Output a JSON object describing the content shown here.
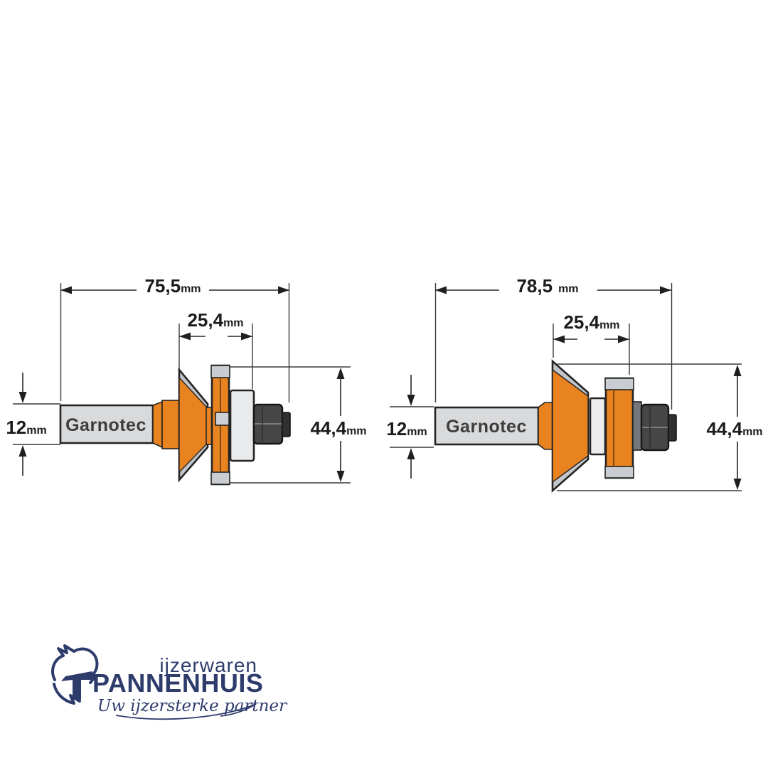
{
  "image_type": "router-bit technical drawing",
  "colors": {
    "cutter_orange": "#E8831F",
    "bevel_gray": "#c3c7cb",
    "shank_gray": "#d9dadc",
    "bearing_gray": "#e9eaeb",
    "nut_dark": "#464646",
    "dimension_ink": "#1c1c1c",
    "logo_navy": "#2e3c6c",
    "background": "#ffffff"
  },
  "diagrams": [
    {
      "id": "left-bit",
      "brand": "Garnotec",
      "overall_length": {
        "value": "75,5",
        "unit": "mm"
      },
      "cutting_length": {
        "value": "25,4",
        "unit": "mm"
      },
      "shank_diameter": {
        "value": "12",
        "unit": "mm"
      },
      "cutting_diameter": {
        "value": "44,4",
        "unit": "mm"
      }
    },
    {
      "id": "right-bit",
      "brand": "Garnotec",
      "overall_length": {
        "value": "78,5",
        "unit": "mm"
      },
      "cutting_length": {
        "value": "25,4",
        "unit": "mm"
      },
      "shank_diameter": {
        "value": "12",
        "unit": "mm"
      },
      "cutting_diameter": {
        "value": "44,4",
        "unit": "mm"
      }
    }
  ],
  "logo": {
    "top_text": "ijzerwaren",
    "name": "PANNENHUIS",
    "tagline": "Uw ijzersterke partner"
  }
}
